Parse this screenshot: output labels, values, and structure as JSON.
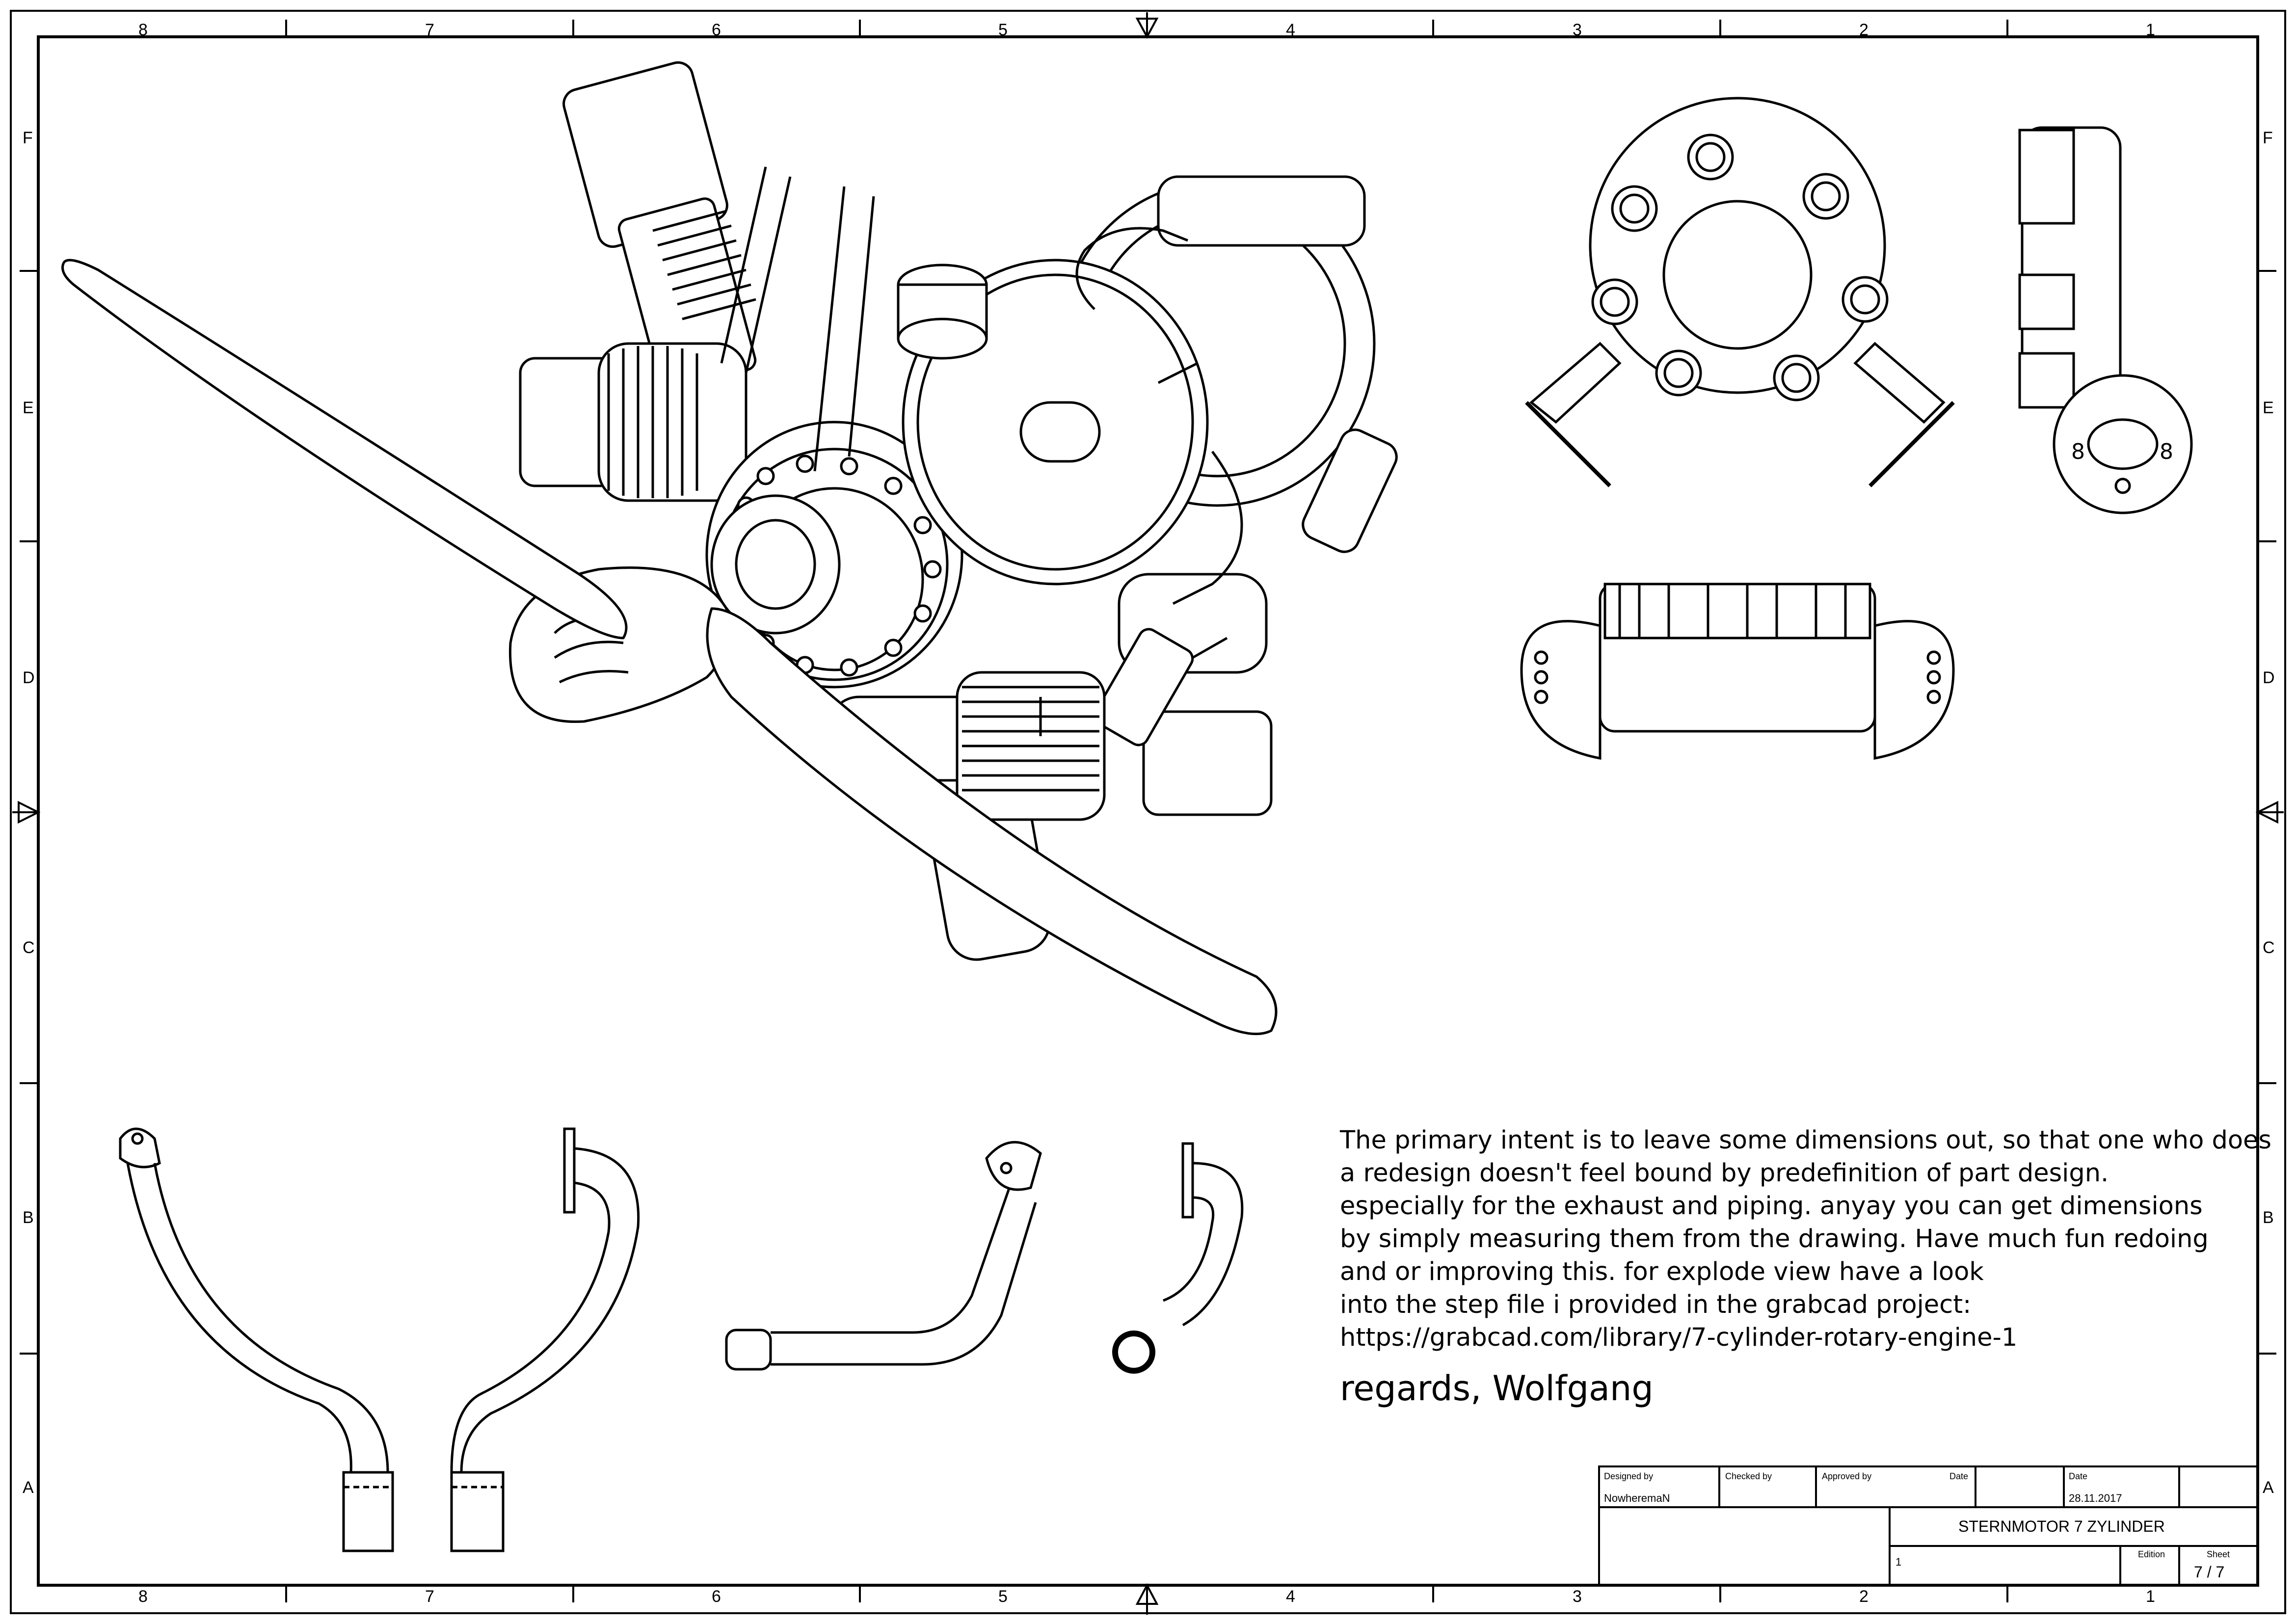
{
  "frame": {
    "column_labels": [
      "8",
      "7",
      "6",
      "5",
      "4",
      "3",
      "2",
      "1"
    ],
    "row_labels": [
      "F",
      "E",
      "D",
      "C",
      "B",
      "A"
    ]
  },
  "note": {
    "lines": [
      "The primary intent is to leave some dimensions out, so that one who does",
      "a redesign doesn't feel bound by predefinition of part design.",
      "especially for the exhaust and piping. anyay you can get dimensions",
      "by simply measuring them from the drawing. Have much fun redoing",
      "and or improving this. for explode view have a look",
      "into the step file i provided in the grabcad project:",
      "https://grabcad.com/library/7-cylinder-rotary-engine-1"
    ],
    "signature": "regards, Wolfgang"
  },
  "title_block": {
    "designed_by_label": "Designed by",
    "designed_by": "NowheremaN",
    "checked_by_label": "Checked by",
    "approved_by_label": "Approved by",
    "date_label_1": "Date",
    "date_label_2": "Date",
    "date": "28.11.2017",
    "title": "STERNMOTOR 7 ZYLINDER",
    "part_number": "1",
    "edition_label": "Edition",
    "sheet_label": "Sheet",
    "sheet": "7 / 7"
  }
}
